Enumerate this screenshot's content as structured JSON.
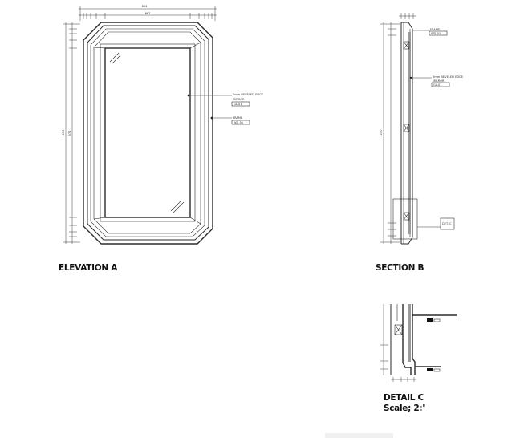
{
  "drawings": {
    "elevation": {
      "title": "ELEVATION A",
      "dim_top_total": "854",
      "dim_top_mid": "667",
      "dim_side_total": "1150",
      "dim_side_mid": "976",
      "note_mirror": "5mm BEVELED EDGE",
      "note_mirror_sub": "MIRROR",
      "tag_mirror": "GL-01",
      "note_frame": "FRAME",
      "tag_frame": "WD-01"
    },
    "section": {
      "title": "SECTION B",
      "dim_side_total": "1150",
      "note_top": "FRAME",
      "tag_top": "WD-01",
      "note_mirror": "5mm BEVELED EDGE",
      "note_mirror_sub": "MIRROR",
      "tag_mirror": "GL-01",
      "callout": "DET. C"
    },
    "detail": {
      "title": "DETAIL C",
      "scale": "Scale; 2:'"
    }
  }
}
